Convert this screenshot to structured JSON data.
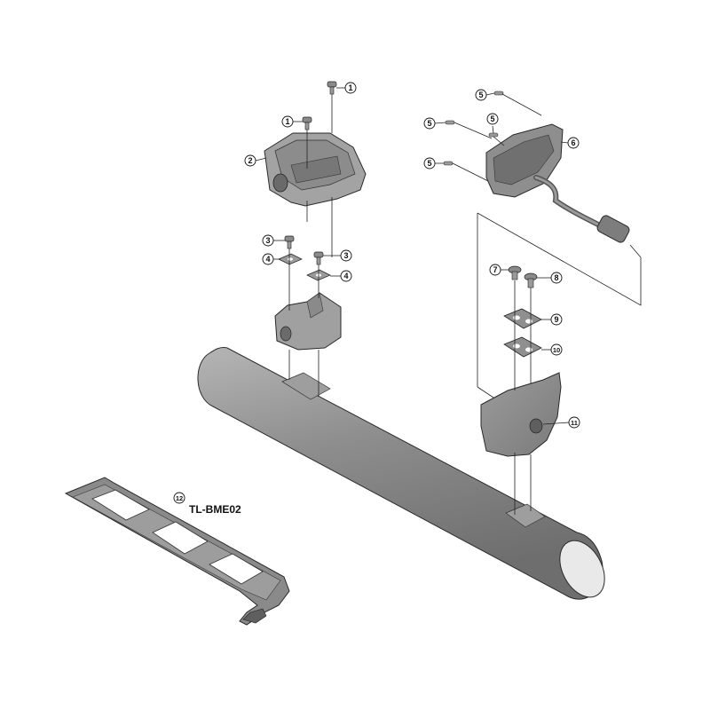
{
  "callouts": [
    {
      "id": "c1a",
      "label": "1"
    },
    {
      "id": "c1b",
      "label": "1"
    },
    {
      "id": "c2",
      "label": "2"
    },
    {
      "id": "c3a",
      "label": "3"
    },
    {
      "id": "c3b",
      "label": "3"
    },
    {
      "id": "c4a",
      "label": "4"
    },
    {
      "id": "c4b",
      "label": "4"
    },
    {
      "id": "c5a",
      "label": "5"
    },
    {
      "id": "c5b",
      "label": "5"
    },
    {
      "id": "c5c",
      "label": "5"
    },
    {
      "id": "c5d",
      "label": "5"
    },
    {
      "id": "c6",
      "label": "6"
    },
    {
      "id": "c7",
      "label": "7"
    },
    {
      "id": "c8",
      "label": "8"
    },
    {
      "id": "c9",
      "label": "9"
    },
    {
      "id": "c10",
      "label": "10"
    },
    {
      "id": "c11",
      "label": "11"
    },
    {
      "id": "c12",
      "label": "12"
    }
  ],
  "tool": {
    "label": "TL-BME02"
  },
  "colors": {
    "part_fill": "#9a9a9a",
    "part_dark": "#6f6f6f",
    "part_light": "#c4c4c4",
    "outline": "#2a2a2a"
  }
}
